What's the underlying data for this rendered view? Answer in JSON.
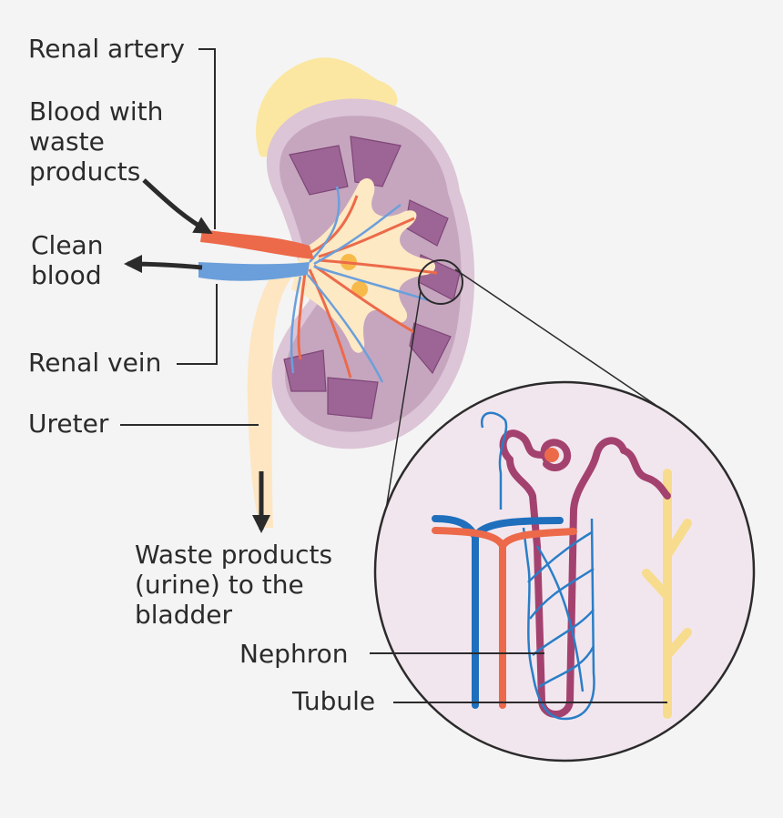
{
  "labels": {
    "renal_artery": "Renal artery",
    "blood_with_waste": [
      "Blood with",
      "waste",
      "products"
    ],
    "clean_blood": [
      "Clean",
      "blood"
    ],
    "renal_vein": "Renal vein",
    "ureter": "Ureter",
    "waste_to_bladder": [
      "Waste products",
      "(urine) to the",
      "bladder"
    ],
    "nephron": "Nephron",
    "tubule": "Tubule"
  },
  "colors": {
    "background": "#f4f4f4",
    "kidney_capsule": "#dcc5d6",
    "kidney_cortex": "#c6a6bf",
    "medulla_pyramid": "#7e4677",
    "renal_pelvis": "#fde9c4",
    "fat": "#fbe7a1",
    "artery": "#ec6a4a",
    "vein": "#6b9fdb",
    "nephron_tubule": "#a4426f",
    "capillary": "#2a7ec7",
    "collecting_duct": "#f7dc8e",
    "inset_fill": "#f2e6ee",
    "line": "#2b2b2b"
  }
}
